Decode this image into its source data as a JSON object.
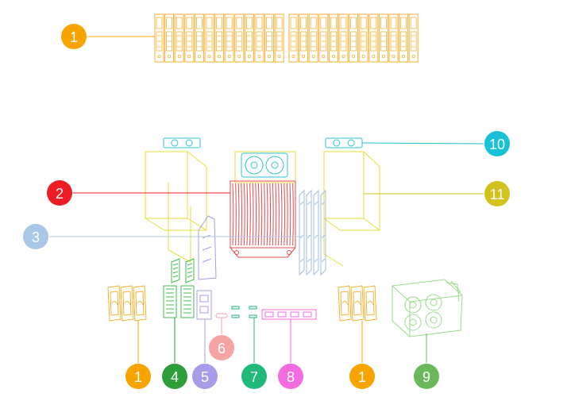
{
  "diagram": {
    "callouts": [
      {
        "id": "c1-top",
        "label": "1",
        "color": "#F7A400"
      },
      {
        "id": "c2",
        "label": "2",
        "color": "#EE1C25"
      },
      {
        "id": "c3",
        "label": "3",
        "color": "#A8C8E6"
      },
      {
        "id": "c10",
        "label": "10",
        "color": "#19C1D6"
      },
      {
        "id": "c11",
        "label": "11",
        "color": "#D2C21E"
      },
      {
        "id": "c1-left",
        "label": "1",
        "color": "#F7A400"
      },
      {
        "id": "c4",
        "label": "4",
        "color": "#2E9E3A"
      },
      {
        "id": "c5",
        "label": "5",
        "color": "#A99BE8"
      },
      {
        "id": "c6",
        "label": "6",
        "color": "#F5A3A3"
      },
      {
        "id": "c7",
        "label": "7",
        "color": "#1FB97A"
      },
      {
        "id": "c8",
        "label": "8",
        "color": "#F26BE0"
      },
      {
        "id": "c1-right",
        "label": "1",
        "color": "#F7A400"
      },
      {
        "id": "c9",
        "label": "9",
        "color": "#6AB85A"
      }
    ],
    "part_colors": {
      "drive_bays": "#F7B133",
      "heatsink": "#E84A4A",
      "memory": "#9FBEE0",
      "fans": "#2CC6D8",
      "psu_frame": "#E6DD3A",
      "riser": "#A99BE8",
      "pcie_cards": "#3FBF4F",
      "connector_small": "#F5A3A3",
      "connector_green": "#1FB97A",
      "io_ports": "#F26BE0",
      "fan_cage": "#9ADA8C"
    }
  }
}
